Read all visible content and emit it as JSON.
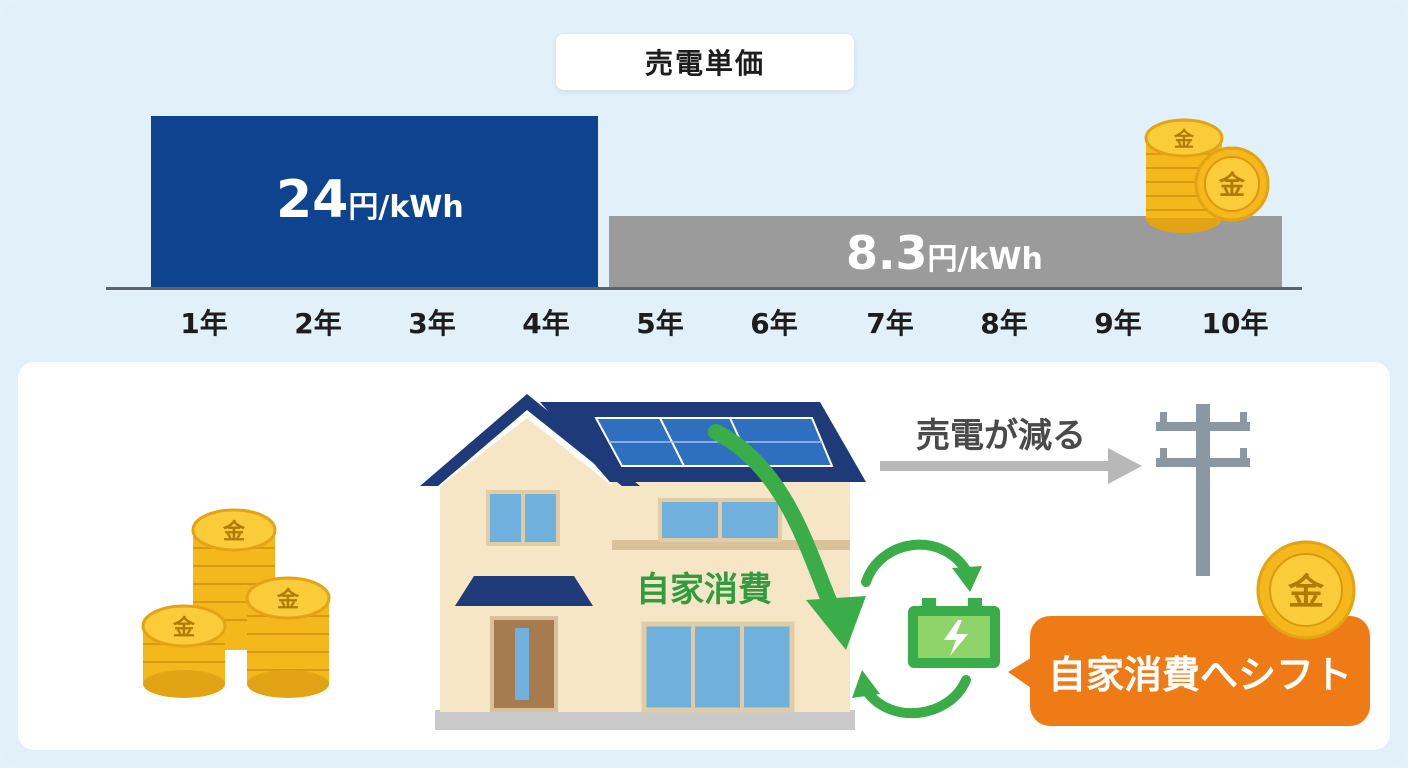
{
  "title": "売電単価",
  "bars": [
    {
      "value": "24",
      "unit": "円/kWh"
    },
    {
      "value": "8.3",
      "unit": "円/kWh"
    }
  ],
  "years": [
    "1年",
    "2年",
    "3年",
    "4年",
    "5年",
    "6年",
    "7年",
    "8年",
    "9年",
    "10年"
  ],
  "labels": {
    "self_consumption": "自家消費",
    "selling_decreases": "売電が減る",
    "shift": "自家消費へシフト",
    "coin": "金"
  },
  "colors": {
    "high_rate": "#0e4390",
    "low_rate": "#9b9b9b",
    "green": "#3aad48",
    "orange": "#ee7b16",
    "coin": "#f4b81c"
  },
  "icons": [
    "coin-stack-icon",
    "house-icon",
    "solar-panel-icon",
    "battery-icon",
    "utility-pole-icon",
    "cycle-arrows-icon"
  ]
}
